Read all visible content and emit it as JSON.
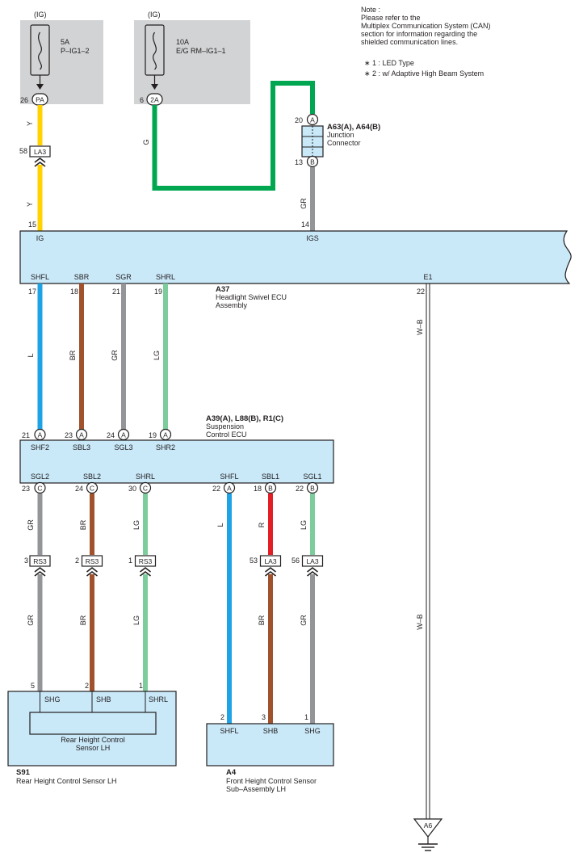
{
  "note": {
    "heading": "Note :",
    "lines": [
      "Please refer to the",
      "Multiplex Communication System (CAN)",
      "section for information regarding the",
      "shielded communication lines."
    ],
    "footnote1": "∗ 1 : LED Type",
    "footnote2": "∗ 2 : w/ Adaptive High Beam System"
  },
  "fuses": {
    "f1": {
      "ig": "(IG)",
      "amp": "5A",
      "name": "P–IG1–2",
      "pin": "26",
      "conn": "PA"
    },
    "f2": {
      "ig": "(IG)",
      "amp": "10A",
      "name": "E/G RM–IG1–1",
      "pin": "6",
      "conn": "2A"
    }
  },
  "junction": {
    "id": "A63(A), A64(B)",
    "name1": "Junction",
    "name2": "Connector",
    "pin_top": "20",
    "conn_top": "A",
    "pin_bot": "13",
    "conn_bot": "B"
  },
  "inline_la3_top": {
    "pin": "58",
    "name": "LA3"
  },
  "ecu_a37": {
    "id": "A37",
    "name1": "Headlight Swivel ECU",
    "name2": "Assembly",
    "top_pins": [
      {
        "pin": "15",
        "label": "IG"
      },
      {
        "pin": "14",
        "label": "IGS"
      }
    ],
    "bottom_pins": [
      {
        "pin": "17",
        "label": "SHFL"
      },
      {
        "pin": "18",
        "label": "SBR"
      },
      {
        "pin": "21",
        "label": "SGR"
      },
      {
        "pin": "19",
        "label": "SHRL"
      },
      {
        "pin": "22",
        "label": "E1"
      }
    ]
  },
  "ecu_susp": {
    "id": "A39(A), L88(B), R1(C)",
    "name1": "Suspension",
    "name2": "Control ECU",
    "top_pins": [
      {
        "pin": "21",
        "conn": "A",
        "label": "SHF2"
      },
      {
        "pin": "23",
        "conn": "A",
        "label": "SBL3"
      },
      {
        "pin": "24",
        "conn": "A",
        "label": "SGL3"
      },
      {
        "pin": "19",
        "conn": "A",
        "label": "SHR2"
      }
    ],
    "bottom_pins": [
      {
        "pin": "23",
        "conn": "C",
        "label": "SGL2"
      },
      {
        "pin": "24",
        "conn": "C",
        "label": "SBL2"
      },
      {
        "pin": "30",
        "conn": "C",
        "label": "SHRL"
      },
      {
        "pin": "22",
        "conn": "A",
        "label": "SHFL"
      },
      {
        "pin": "18",
        "conn": "B",
        "label": "SBL1"
      },
      {
        "pin": "22",
        "conn": "B",
        "label": "SGL1"
      }
    ]
  },
  "inline_connectors": [
    {
      "pin": "3",
      "name": "RS3"
    },
    {
      "pin": "2",
      "name": "RS3"
    },
    {
      "pin": "1",
      "name": "RS3"
    },
    {
      "pin": "53",
      "name": "LA3"
    },
    {
      "pin": "56",
      "name": "LA3"
    }
  ],
  "sensor_s91": {
    "id": "S91",
    "caption": "Rear Height Control Sensor LH",
    "inner1": "Rear Height Control",
    "inner2": "Sensor LH",
    "pins": [
      {
        "pin": "5",
        "label": "SHG"
      },
      {
        "pin": "2",
        "label": "SHB"
      },
      {
        "pin": "1",
        "label": "SHRL"
      }
    ]
  },
  "sensor_a4": {
    "id": "A4",
    "caption1": "Front Height Control Sensor",
    "caption2": "Sub–Assembly LH",
    "pins": [
      {
        "pin": "2",
        "label": "SHFL"
      },
      {
        "pin": "3",
        "label": "SHB"
      },
      {
        "pin": "1",
        "label": "SHG"
      }
    ]
  },
  "ground": {
    "name": "A6"
  },
  "wire_codes": {
    "y1": "Y",
    "y2": "Y",
    "g": "G",
    "gr_junc": "GR",
    "l": "L",
    "br": "BR",
    "gr": "GR",
    "lg": "LG",
    "wb1": "W–B",
    "gr_a": "GR",
    "br_a": "BR",
    "lg_a": "LG",
    "l_a": "L",
    "r_a": "R",
    "lg_b": "LG",
    "gr_c": "GR",
    "br_c": "BR",
    "lg_c": "LG",
    "br_d": "BR",
    "gr_d": "GR",
    "wb2": "W–B"
  },
  "colors": {
    "yellow": "#ffd200",
    "green": "#00a650",
    "gray": "#939598",
    "blue": "#1ea4e6",
    "brown": "#a0522d",
    "lightgreen": "#7ccc9c",
    "red": "#e31e24",
    "ecu_fill": "#c9e8f8",
    "fuse_fill": "#d1d3d4"
  }
}
